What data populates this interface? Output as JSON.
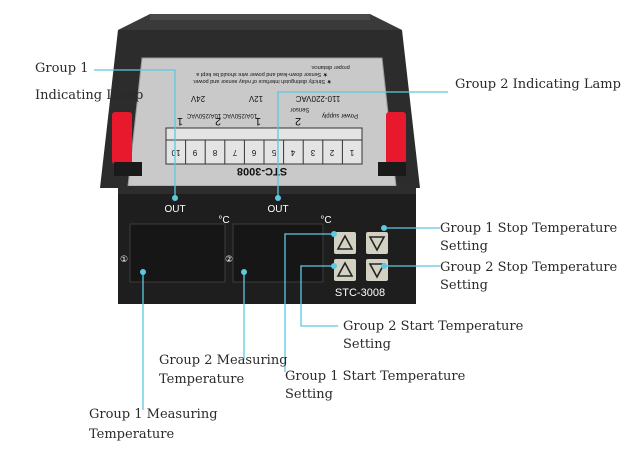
{
  "device": {
    "model": "STC-3008",
    "label_model": "STC-3008",
    "face_model": "STC-3008",
    "out_label_1": "OUT",
    "out_label_2": "OUT",
    "unit_1": "°C",
    "unit_2": "°C",
    "channel_mark_1": "①",
    "channel_mark_2": "②",
    "label_voltage_ac": "110-220VAC",
    "label_voltage_dc": "12V",
    "label_voltage_24": "24V",
    "label_power": "Power supply",
    "label_sensor": "Sensor",
    "label_relay": "10A/250VAC  10A/250VAC",
    "label_warn_1": "★ Strictly distinguish interface of relay sensor and power.",
    "label_warn_2": "★ Sensor down-lead and power wire should be kept a",
    "label_warn_3": "proper distance.",
    "terminals": [
      "1",
      "2",
      "3",
      "4",
      "5",
      "6",
      "7",
      "8",
      "9",
      "10"
    ],
    "terminal_groups": [
      "1",
      "2",
      "1",
      "2"
    ]
  },
  "callouts": {
    "g1_lamp": "Group 1\n\nIndicating Lamp",
    "g1_lamp_line1": "Group 1",
    "g1_lamp_line2": "Indicating Lamp",
    "g2_lamp": "Group 2 Indicating Lamp",
    "g1_stop_l1": "Group 1 Stop Temperature",
    "g1_stop_l2": "Setting",
    "g2_stop_l1": "Group 2 Stop Temperature",
    "g2_stop_l2": "Setting",
    "g2_start_l1": "Group 2 Start Temperature",
    "g2_start_l2": "Setting",
    "g2_meas_l1": "Group 2 Measuring",
    "g2_meas_l2": "Temperature",
    "g1_start_l1": "Group 1 Start Temperature",
    "g1_start_l2": "Setting",
    "g1_meas_l1": "Group 1 Measuring",
    "g1_meas_l2": "Temperature"
  },
  "colors": {
    "leader": "#5ec8e0",
    "body": "#2b2b2b",
    "face": "#1e1e1e",
    "label_plate": "#c9c9c9",
    "clip": "#e8192c",
    "button": "#d3d1c2"
  }
}
